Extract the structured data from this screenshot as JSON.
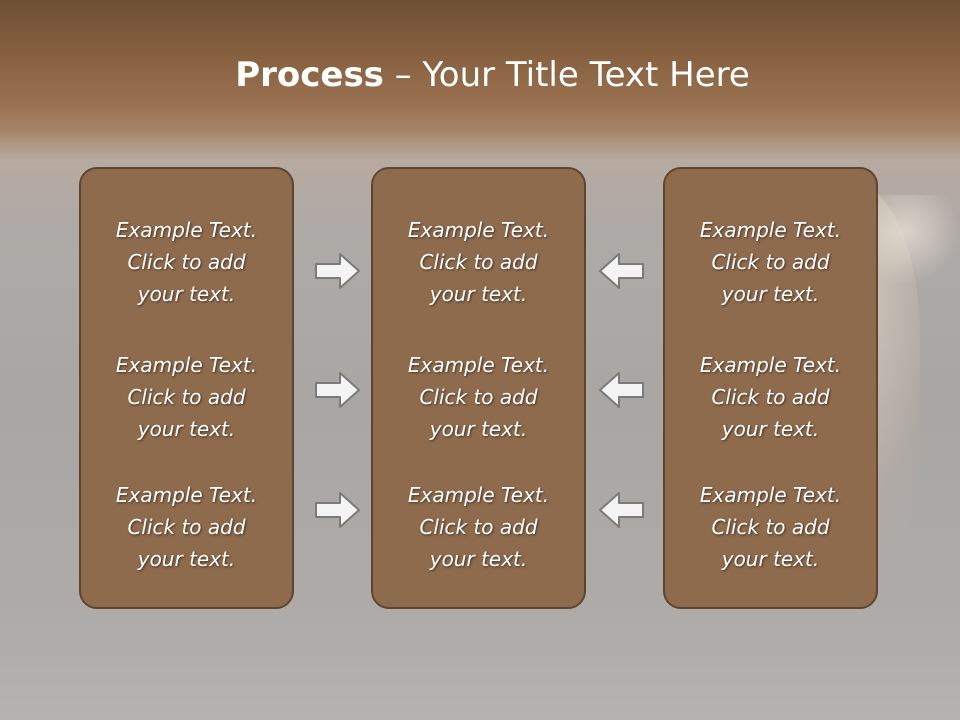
{
  "slide": {
    "title_bold": "Process",
    "title_rest": " – Your Title Text Here"
  },
  "columns": [
    {
      "items": [
        {
          "line1": "Example Text.",
          "line2": "Click  to add",
          "line3": "your text."
        },
        {
          "line1": "Example Text.",
          "line2": "Click  to add",
          "line3": "your text."
        },
        {
          "line1": "Example Text.",
          "line2": "Click  to add",
          "line3": "your text."
        }
      ]
    },
    {
      "items": [
        {
          "line1": "Example Text.",
          "line2": "Click  to add",
          "line3": "your text."
        },
        {
          "line1": "Example Text.",
          "line2": "Click  to add",
          "line3": "your text."
        },
        {
          "line1": "Example Text.",
          "line2": "Click  to add",
          "line3": "your text."
        }
      ]
    },
    {
      "items": [
        {
          "line1": "Example Text.",
          "line2": "Click  to add",
          "line3": "your text."
        },
        {
          "line1": "Example Text.",
          "line2": "Click  to add",
          "line3": "your text."
        },
        {
          "line1": "Example Text.",
          "line2": "Click  to add",
          "line3": "your text."
        }
      ]
    }
  ],
  "icons": {
    "left_arrows": "arrow-right-icon",
    "right_arrows": "arrow-left-icon"
  },
  "colors": {
    "box_fill": "#8f6b4d",
    "box_border": "#5f4531",
    "header_band": "#8a6444",
    "arrow_fill": "#f4f4f4",
    "arrow_stroke": "#7a7a7a"
  }
}
